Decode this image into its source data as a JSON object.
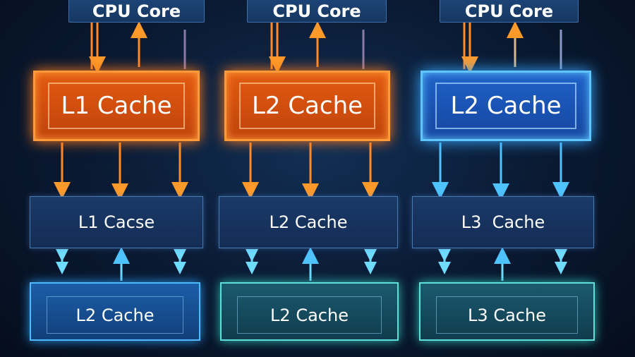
{
  "columns": [
    {
      "cpu": "CPU Core",
      "upper": "L1 Cache",
      "middle": "L1 Cacse",
      "lower": "L2 Cache",
      "upper_color": "#e25a10"
    },
    {
      "cpu": "CPU Core",
      "upper": "L2 Cache",
      "middle": "L2 Cache",
      "lower": "L2 Cache",
      "upper_color": "#e25a10"
    },
    {
      "cpu": "CPU Core",
      "upper": "L2 Cache",
      "middle": "L3  Cache",
      "lower": "L3 Cache",
      "upper_color": "#1f62c8"
    }
  ]
}
